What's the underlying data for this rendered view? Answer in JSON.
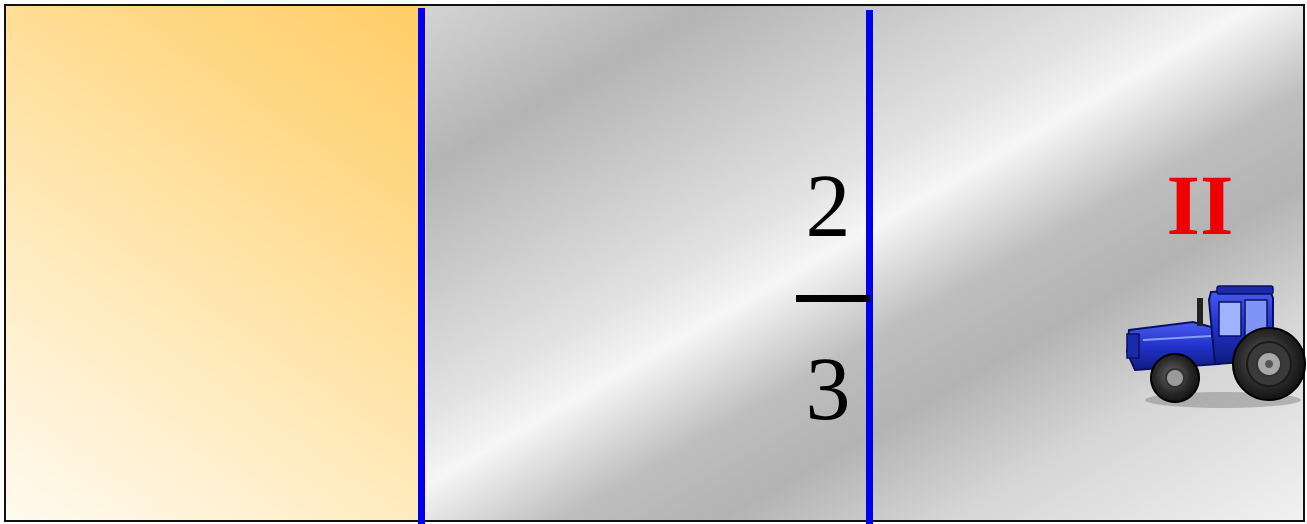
{
  "fraction": {
    "numerator": "2",
    "denominator": "3"
  },
  "part_label": "II",
  "icons": {
    "tractor": "tractor-icon"
  },
  "colors": {
    "divider": "#0000ee",
    "part_label": "#ee0000",
    "plowed_region": "#ffd885",
    "tractor_body": "#2233cc"
  }
}
